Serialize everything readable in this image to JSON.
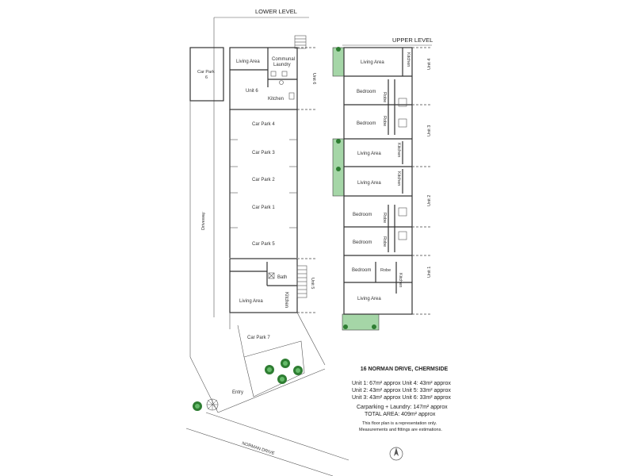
{
  "levels": {
    "lower": "LOWER LEVEL",
    "upper": "UPPER LEVEL"
  },
  "lower_rooms": {
    "car_park_6": "Car Park\n6",
    "living_area_6": "Living Area",
    "communal_laundry": "Communal\nLaundry",
    "unit_6_room": "Unit 6",
    "kitchen_6": "Kitchen",
    "unit_6_side": "Unit 6",
    "car_park_4": "Car Park 4",
    "car_park_3": "Car Park 3",
    "car_park_2": "Car Park 2",
    "car_park_1": "Car Park 1",
    "car_park_5": "Car Park 5",
    "bath_5": "Bath",
    "kitchen_5": "Kitchen",
    "living_area_5": "Living Area",
    "unit_5_side": "Unit 5",
    "car_park_7": "Car Park 7",
    "driveway": "Driveway",
    "entry": "Entry",
    "street": "NORMAN DRIVE"
  },
  "upper_rooms": {
    "living_area_4": "Living Area",
    "kitchen_4": "Kitchen",
    "unit_4_side": "Unit 4",
    "bedroom_a": "Bedroom",
    "robe_a": "Robe",
    "bedroom_b": "Bedroom",
    "robe_b": "Robe",
    "unit_3_side": "Unit 3",
    "living_area_3": "Living Area",
    "kitchen_3": "Kitchen",
    "living_area_2": "Living Area",
    "kitchen_2": "Kitchen",
    "unit_2_side": "Unit 2",
    "bedroom_c": "Bedroom",
    "robe_c": "Robe",
    "bedroom_d": "Bedroom",
    "robe_d": "Robe",
    "bedroom_e": "Bedroom",
    "robe_e": "Robe",
    "kitchen_1": "Kitchen",
    "unit_1_side": "Unit 1",
    "living_area_1": "Living Area"
  },
  "info": {
    "address": "16 NORMAN DRIVE, CHERMSIDE",
    "line1": "Unit 1: 67m² approx  Unit 4: 43m² approx",
    "line2": "Unit 2: 43m² approx  Unit 5: 33m² approx",
    "line3": "Unit 3: 43m² approx  Unit 6: 33m² approx",
    "line4": "Carparking + Laundry: 147m² approx",
    "line5": "TOTAL AREA: 409m² approx",
    "note1": "This floor plan is a representation only.",
    "note2": "Measurements and fittings are estimations."
  },
  "colors": {
    "plant": "#2e7d32",
    "plant_light": "#66bb6a",
    "balcony": "#a5d6a7"
  },
  "icons": {
    "compass": "north-arrow-icon",
    "tree": "tree-icon"
  }
}
